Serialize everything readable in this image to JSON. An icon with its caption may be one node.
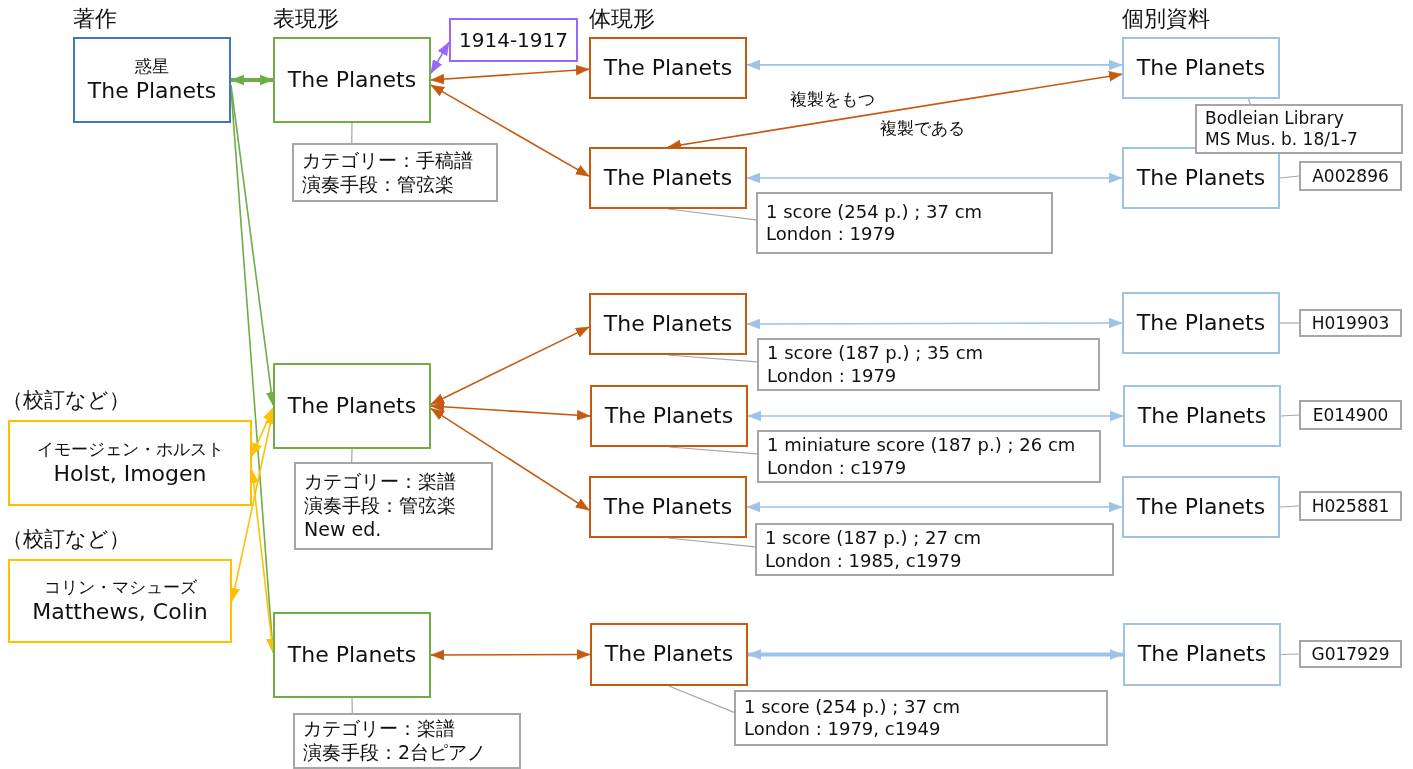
{
  "diagram": {
    "nodes": [
      {
        "text": [
          "惑星",
          "The Planets"
        ]
      },
      {
        "text": [
          "The Planets"
        ]
      },
      {
        "text": [
          "1914-1917"
        ]
      },
      {
        "text": [
          "The Planets"
        ]
      },
      {
        "text": [
          "The Planets"
        ]
      },
      {
        "text": [
          "Bodleian Library MS Mus. b. 18/1-7"
        ]
      },
      {
        "text": [
          "カテゴリー：手稿譜",
          "演奏手段：管弦楽"
        ]
      },
      {
        "text": [
          "The Planets"
        ]
      },
      {
        "text": [
          "The Planets"
        ]
      },
      {
        "text": [
          "A002896"
        ]
      },
      {
        "text": [
          "1 score (254 p.) ; 37 cm London : 1979"
        ]
      },
      {
        "text": [
          "The Planets"
        ]
      },
      {
        "text": [
          "カテゴリー：楽譜",
          "演奏手段：管弦楽",
          "New ed."
        ]
      },
      {
        "text": [
          "The Planets"
        ]
      },
      {
        "text": [
          "The Planets"
        ]
      },
      {
        "text": [
          "H019903"
        ]
      },
      {
        "text": [
          "1 score (187 p.) ; 35 cm London : 1979"
        ]
      },
      {
        "text": [
          "The Planets"
        ]
      },
      {
        "text": [
          "The Planets"
        ]
      },
      {
        "text": [
          "E014900"
        ]
      },
      {
        "text": [
          "1 miniature score (187 p.) ; 26 cm London : c1979"
        ]
      },
      {
        "text": [
          "The Planets"
        ]
      },
      {
        "text": [
          "The Planets"
        ]
      },
      {
        "text": [
          "H025881"
        ]
      },
      {
        "text": [
          "1 score (187 p.) ; 27 cm London : 1985, c1979"
        ]
      },
      {
        "text": [
          "イモージェン・ホルスト",
          "Holst, Imogen"
        ],
        "beside": [
          "（校訂など）"
        ]
      },
      {
        "text": [
          "コリン・マシューズ",
          "Matthews, Colin"
        ],
        "beside": [
          "（校訂など）"
        ]
      },
      {
        "text": [
          "The Planets"
        ]
      },
      {
        "text": [
          "カテゴリー：楽譜",
          "演奏手段：2台ピアノ"
        ]
      },
      {
        "text": [
          "The Planets"
        ]
      },
      {
        "text": [
          "The Planets"
        ]
      },
      {
        "text": [
          "G017929"
        ]
      },
      {
        "text": [
          "1 score (254 p.) ; 37 cm London : 1979, c1949"
        ]
      }
    ],
    "edges": [
      {
        "from": 0,
        "to": 1,
        "arrow": "both",
        "style": "thick",
        "color": "#70ad47"
      },
      {
        "from": 0,
        "to": 11,
        "arrow": "to",
        "color": "#70ad47"
      },
      {
        "from": 0,
        "to": 27,
        "arrow": "to",
        "color": "#70ad47"
      },
      {
        "from": 1,
        "to": 2,
        "arrow": "both",
        "color": "#9966ff"
      },
      {
        "from": 1,
        "to": 3,
        "arrow": "both",
        "color": "#c55a11"
      },
      {
        "from": 1,
        "to": 7,
        "arrow": "both",
        "color": "#c55a11"
      },
      {
        "from": 1,
        "to": 6,
        "arrow": "none"
      },
      {
        "from": 3,
        "to": 4,
        "arrow": "both",
        "color": "#9dc3e6"
      },
      {
        "from": 4,
        "to": 7,
        "arrow": "both",
        "color": "#c55a11",
        "label": "複製をもつ"
      },
      {
        "from": 4,
        "to": 5,
        "arrow": "none"
      },
      {
        "from": 7,
        "to": 8,
        "arrow": "both",
        "color": "#9dc3e6"
      },
      {
        "from": 7,
        "to": 10,
        "arrow": "none"
      },
      {
        "from": 8,
        "to": 9,
        "arrow": "none"
      },
      {
        "from": 11,
        "to": 12,
        "arrow": "none"
      },
      {
        "from": 11,
        "to": 13,
        "arrow": "both",
        "color": "#c55a11"
      },
      {
        "from": 11,
        "to": 17,
        "arrow": "both",
        "color": "#c55a11"
      },
      {
        "from": 11,
        "to": 21,
        "arrow": "both",
        "color": "#c55a11"
      },
      {
        "from": 13,
        "to": 14,
        "arrow": "both",
        "color": "#9dc3e6"
      },
      {
        "from": 13,
        "to": 16,
        "arrow": "none"
      },
      {
        "from": 14,
        "to": 15,
        "arrow": "none"
      },
      {
        "from": 17,
        "to": 18,
        "arrow": "both",
        "color": "#9dc3e6"
      },
      {
        "from": 17,
        "to": 20,
        "arrow": "none"
      },
      {
        "from": 18,
        "to": 19,
        "arrow": "none"
      },
      {
        "from": 21,
        "to": 22,
        "arrow": "both",
        "color": "#9dc3e6"
      },
      {
        "from": 21,
        "to": 24,
        "arrow": "none"
      },
      {
        "from": 22,
        "to": 23,
        "arrow": "none"
      },
      {
        "from": 25,
        "to": 11,
        "arrow": "both",
        "color": "#ffc000"
      },
      {
        "from": 26,
        "to": 11,
        "arrow": "both",
        "color": "#ffc000"
      },
      {
        "from": 25,
        "to": 27,
        "arrow": "both",
        "color": "#ffc000"
      },
      {
        "from": 27,
        "to": 28,
        "arrow": "none"
      },
      {
        "from": 27,
        "to": 29,
        "arrow": "both",
        "color": "#c55a11"
      },
      {
        "from": 29,
        "to": 30,
        "arrow": "both",
        "style": "thick",
        "color": "#9dc3e6"
      },
      {
        "from": 29,
        "to": 32,
        "arrow": "none"
      },
      {
        "from": 30,
        "to": 31,
        "arrow": "none"
      }
    ],
    "labels": [
      "著作",
      "表現形",
      "体現形",
      "個別資料",
      "複製である"
    ]
  }
}
